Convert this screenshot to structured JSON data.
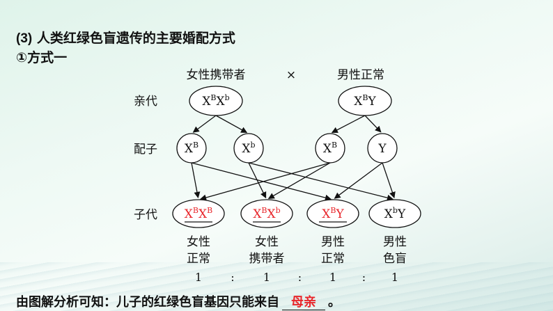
{
  "title": {
    "number": "(3)",
    "text": "人类红绿色盲遗传的主要婚配方式"
  },
  "subtitle": "①方式一",
  "diagram": {
    "parents_header": {
      "female": "女性携带者",
      "cross": "×",
      "male": "男性正常"
    },
    "row_labels": {
      "parents": "亲代",
      "gametes": "配子",
      "offspring": "子代"
    },
    "parents": [
      {
        "id": "mother",
        "genotype": [
          [
            "X",
            "B"
          ],
          [
            "X",
            "b"
          ]
        ]
      },
      {
        "id": "father",
        "genotype": [
          [
            "X",
            "B"
          ],
          [
            "Y",
            ""
          ]
        ]
      }
    ],
    "gametes": [
      {
        "id": "g1",
        "genotype": [
          [
            "X",
            "B"
          ]
        ]
      },
      {
        "id": "g2",
        "genotype": [
          [
            "X",
            "b"
          ]
        ]
      },
      {
        "id": "g3",
        "genotype": [
          [
            "X",
            "B"
          ]
        ]
      },
      {
        "id": "g4",
        "genotype": [
          [
            "Y",
            ""
          ]
        ]
      }
    ],
    "offspring": [
      {
        "id": "o1",
        "genotype": [
          [
            "X",
            "B"
          ],
          [
            "X",
            "B"
          ]
        ],
        "answer": true,
        "phenotype_line1": "女性",
        "phenotype_line2": "正常"
      },
      {
        "id": "o2",
        "genotype": [
          [
            "X",
            "B"
          ],
          [
            "X",
            "b"
          ]
        ],
        "answer": true,
        "phenotype_line1": "女性",
        "phenotype_line2": "携带者"
      },
      {
        "id": "o3",
        "genotype": [
          [
            "X",
            "B"
          ],
          [
            "Y",
            ""
          ]
        ],
        "answer": true,
        "phenotype_line1": "男性",
        "phenotype_line2": "正常"
      },
      {
        "id": "o4",
        "genotype": [
          [
            "X",
            "b"
          ],
          [
            "Y",
            ""
          ]
        ],
        "answer": false,
        "phenotype_line1": "男性",
        "phenotype_line2": "色盲"
      }
    ],
    "ratio": [
      "1",
      "1",
      "1",
      "1"
    ],
    "ratio_separator": ":",
    "arrows": [
      [
        "mother",
        "g1"
      ],
      [
        "mother",
        "g2"
      ],
      [
        "father",
        "g3"
      ],
      [
        "father",
        "g4"
      ],
      [
        "g1",
        "o1"
      ],
      [
        "g1",
        "o3"
      ],
      [
        "g2",
        "o2"
      ],
      [
        "g2",
        "o4"
      ],
      [
        "g3",
        "o1"
      ],
      [
        "g3",
        "o2"
      ],
      [
        "g4",
        "o3"
      ],
      [
        "g4",
        "o4"
      ]
    ],
    "colors": {
      "answer": "#e8262b",
      "ink": "#111111",
      "node_fill": "#ffffff"
    }
  },
  "footer": {
    "prefix": "由图解分析可知：儿子的红绿色盲基因只能来自",
    "answer": "母亲",
    "suffix": "。"
  }
}
